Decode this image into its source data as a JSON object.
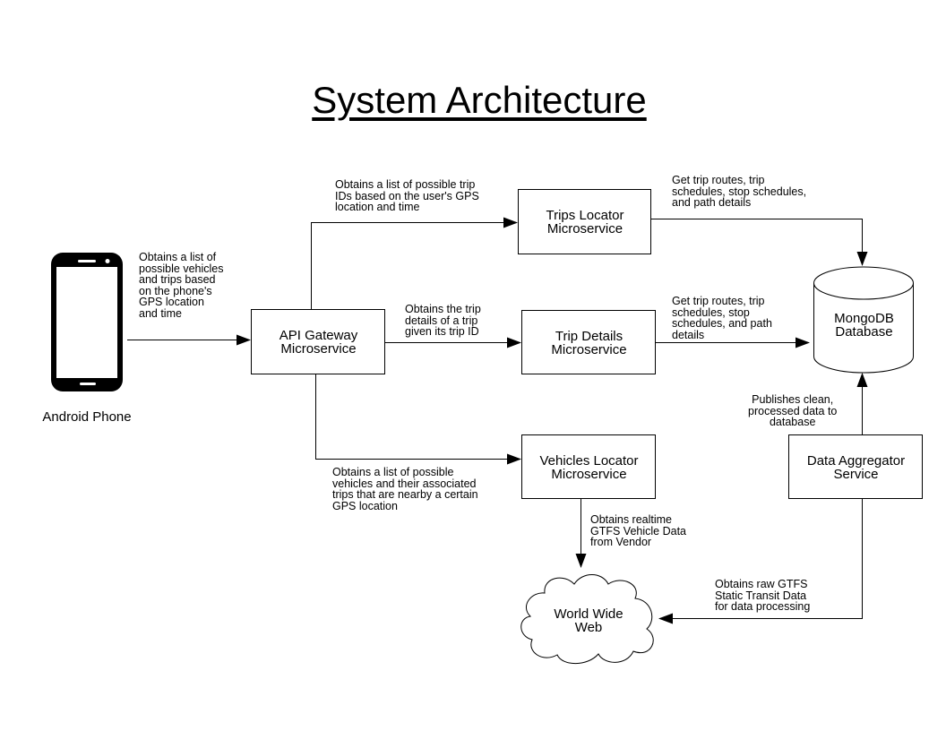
{
  "title": "System Architecture",
  "nodes": {
    "phone": "Android Phone",
    "gateway": "API Gateway\nMicroservice",
    "trips_locator": "Trips Locator\nMicroservice",
    "trip_details": "Trip Details\nMicroservice",
    "vehicles_locator": "Vehicles Locator\nMicroservice",
    "mongodb": "MongoDB\nDatabase",
    "aggregator": "Data Aggregator\nService",
    "www": "World Wide\nWeb"
  },
  "edges": {
    "phone_to_gateway": "Obtains a list of\npossible vehicles\nand trips based\non the phone's\nGPS location\nand time",
    "gateway_to_trips_locator": "Obtains a list of possible trip\nIDs based on the user's GPS\nlocation and time",
    "gateway_to_trip_details": "Obtains the trip\ndetails of a trip\ngiven its trip ID",
    "gateway_to_vehicles_locator": "Obtains a list of possible\nvehicles and their associated\ntrips that are nearby a certain\nGPS location",
    "trips_locator_to_db": "Get trip routes, trip\nschedules, stop schedules,\nand path details",
    "trip_details_to_db": "Get trip routes, trip\nschedules, stop\nschedules, and path\ndetails",
    "aggregator_to_db": "Publishes clean,\nprocessed data to\ndatabase",
    "vehicles_locator_to_www": "Obtains realtime\nGTFS Vehicle Data\nfrom Vendor",
    "aggregator_to_www": "Obtains raw GTFS\nStatic Transit Data\nfor data processing"
  }
}
